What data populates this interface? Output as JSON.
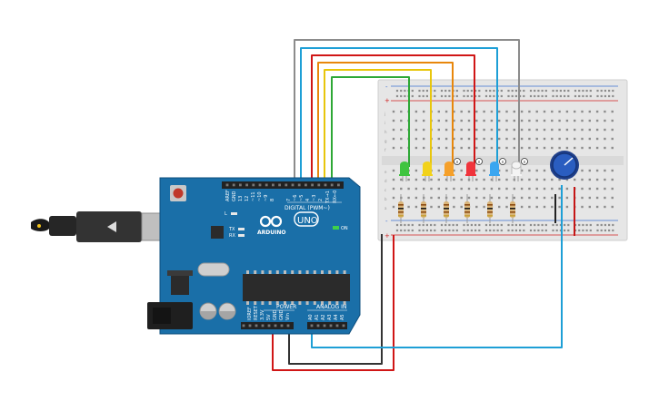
{
  "board": {
    "digital_header": "DIGITAL (PWM~)",
    "uno_logo": "UNO",
    "brand": "ARDUINO",
    "on_label": "ON",
    "tx_label": "TX",
    "rx_label": "RX",
    "l_label": "L",
    "power_label": "POWER",
    "analog_label": "ANALOG IN",
    "aref": "AREF",
    "gnd": "GND",
    "digital_pins": [
      "13",
      "12",
      "~11",
      "~10",
      "~9",
      "8",
      "7",
      "~6",
      "~5",
      "4",
      "~3",
      "2",
      "TX→1",
      "RX←0"
    ],
    "power_pins": [
      "IOREF",
      "RESET",
      "3.3V",
      "5V",
      "GND",
      "GND",
      "Vin"
    ],
    "analog_pins": [
      "A0",
      "A1",
      "A2",
      "A3",
      "A4",
      "A5"
    ]
  },
  "breadboard": {
    "plus": "+",
    "minus": "-",
    "row_letters_top": [
      "j",
      "i",
      "h",
      "g",
      "f"
    ],
    "row_letters_bottom": [
      "e",
      "d",
      "c",
      "b",
      "a"
    ]
  },
  "leds": [
    {
      "name": "green",
      "color": "#3fc43f"
    },
    {
      "name": "yellow",
      "color": "#f2d21a"
    },
    {
      "name": "orange",
      "color": "#f5a02a"
    },
    {
      "name": "red",
      "color": "#f0343c"
    },
    {
      "name": "blue",
      "color": "#3aa6f0"
    },
    {
      "name": "white",
      "color": "#f4f4f4"
    }
  ],
  "wire_colors": {
    "gray": "#8c8c8c",
    "blue": "#1e9fd6",
    "red": "#d01616",
    "orange": "#e8870c",
    "yellow": "#e8c60c",
    "green": "#2ea836",
    "black": "#333333"
  },
  "colors": {
    "board": "#1a6fa8",
    "board_dark": "#0e4f7e",
    "breadboard": "#e9e9e9",
    "potentiometer": "#1f4fa8"
  }
}
